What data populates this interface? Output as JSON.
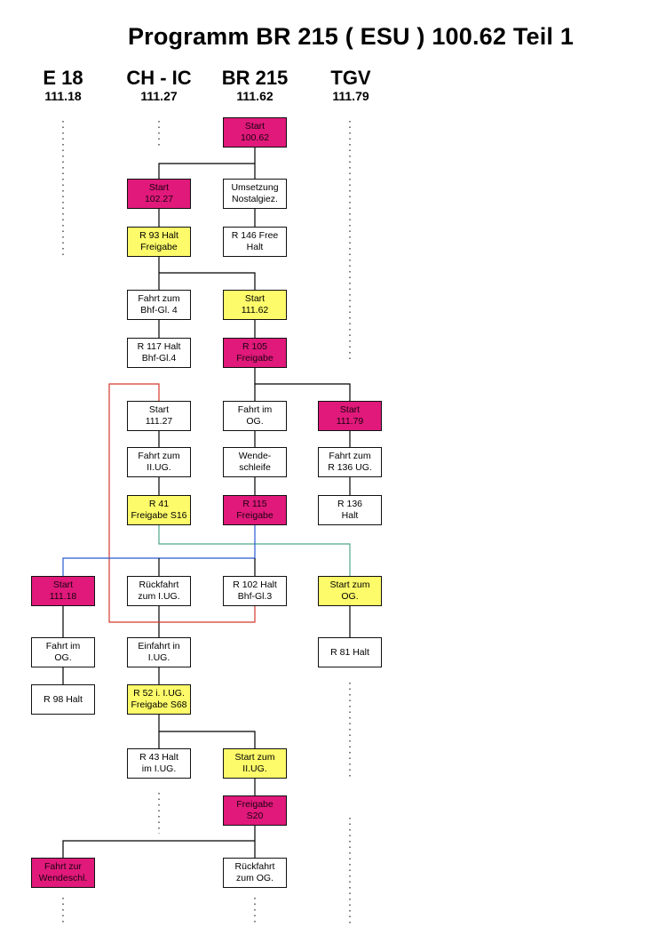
{
  "title": "Programm BR 215 ( ESU ) 100.62 Teil 1",
  "columns": [
    {
      "name": "E 18",
      "number": "111.18"
    },
    {
      "name": "CH - IC",
      "number": "111.27"
    },
    {
      "name": "BR 215",
      "number": "111.62"
    },
    {
      "name": "TGV",
      "number": "111.79"
    }
  ],
  "colors": {
    "magenta": "#e0197a",
    "yellow": "#fdfb6a",
    "white": "#ffffff",
    "red_line": "#d43a2c",
    "blue_line": "#2a5bd1",
    "teal_line": "#4fa88d"
  },
  "boxes": {
    "start_100_62": "Start\n100.62",
    "start_102_27": "Start\n102.27",
    "umsetzung": "Umsetzung\nNostalgiez.",
    "r93": "R 93 Halt\nFreigabe",
    "r146": "R 146 Free\nHalt",
    "fahrt_bhf_gl4": "Fahrt zum\nBhf-Gl. 4",
    "start_111_62": "Start\n111.62",
    "r117": "R 117 Halt\nBhf-Gl.4",
    "r105": "R 105\nFreigabe",
    "start_111_27": "Start\n111.27",
    "fahrt_im_og_br": "Fahrt im\nOG.",
    "start_111_79": "Start\n111.79",
    "fahrt_ii_ug": "Fahrt zum\nII.UG.",
    "wendeschleife": "Wende-\nschleife",
    "fahrt_r136_ug": "Fahrt zum\nR 136 UG.",
    "r41": "R 41\nFreigabe S16",
    "r115": "R 115\nFreigabe",
    "r136": "R 136\nHalt",
    "start_111_18": "Start\n111.18",
    "rueckfahrt_i_ug": "Rückfahrt\nzum I.UG.",
    "r102": "R 102 Halt\nBhf-Gl.3",
    "start_zum_og": "Start zum\nOG.",
    "fahrt_im_og_e18": "Fahrt im\nOG.",
    "einfahrt_i_ug": "Einfahrt in\nI.UG.",
    "r81": "R 81 Halt",
    "r98": "R 98 Halt",
    "r52": "R 52 i. I.UG.\nFreigabe S68",
    "r43": "R 43 Halt\nim I.UG.",
    "start_zum_ii_ug": "Start zum\nII.UG.",
    "freigabe_s20": "Freigabe\nS20",
    "fahrt_wendeschl": "Fahrt zur\nWendeschl.",
    "rueckfahrt_og": "Rückfahrt\nzum OG."
  }
}
